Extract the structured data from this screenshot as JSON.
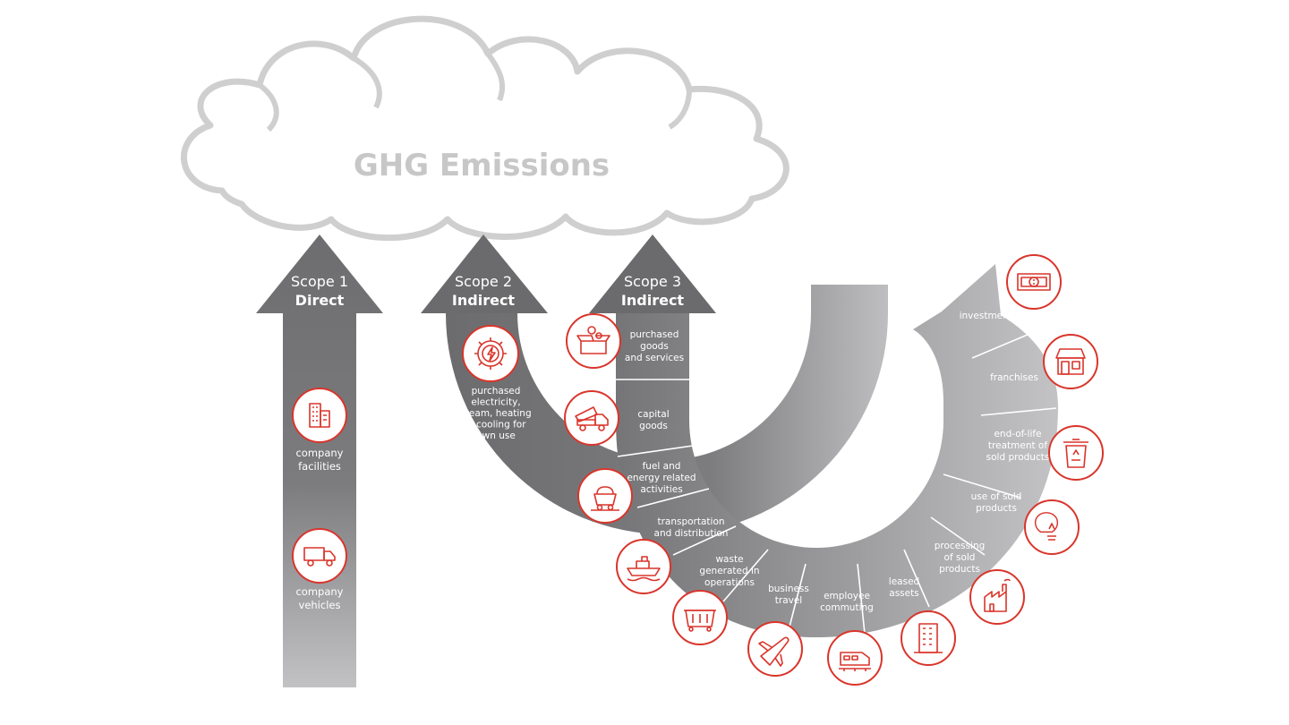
{
  "title": "GHG Emissions",
  "colors": {
    "cloud": "#cfcfcf",
    "cloud_text": "#c9c9c9",
    "accent": "#d9352b",
    "arrow_dark": "#6e6e70",
    "arrow_light": "#b9b9bb",
    "white": "#ffffff"
  },
  "scopes": [
    {
      "name": "Scope 1",
      "type": "Direct"
    },
    {
      "name": "Scope 2",
      "type": "Indirect"
    },
    {
      "name": "Scope 3",
      "type": "Indirect"
    }
  ],
  "scope1": {
    "items": [
      {
        "lines": [
          "company",
          "facilities"
        ],
        "icon": "building-icon"
      },
      {
        "lines": [
          "company",
          "vehicles"
        ],
        "icon": "truck-icon"
      }
    ]
  },
  "scope2": {
    "item": {
      "lines": [
        "purchased",
        "electricity,",
        "steam, heating",
        "& cooling for",
        "own use"
      ],
      "icon": "gear-lightning-icon"
    }
  },
  "scope3": {
    "upstream": [
      {
        "lines": [
          "purchased",
          "goods",
          "and services"
        ],
        "icon": "box-gears-icon"
      },
      {
        "lines": [
          "capital",
          "goods"
        ],
        "icon": "dump-truck-icon"
      },
      {
        "lines": [
          "fuel and",
          "energy related",
          "activities"
        ],
        "icon": "coal-cart-icon"
      },
      {
        "lines": [
          "transportation",
          "and distribution"
        ],
        "icon": "ship-icon"
      },
      {
        "lines": [
          "waste",
          "generated in",
          "operations"
        ],
        "icon": "dumpster-icon"
      },
      {
        "lines": [
          "business",
          "travel"
        ],
        "icon": "airplane-icon"
      },
      {
        "lines": [
          "employee",
          "commuting"
        ],
        "icon": "train-icon"
      }
    ],
    "downstream": [
      {
        "lines": [
          "leased",
          "assets"
        ],
        "icon": "office-building-icon"
      },
      {
        "lines": [
          "processing",
          "of sold",
          "products"
        ],
        "icon": "factory-icon"
      },
      {
        "lines": [
          "use of sold",
          "products"
        ],
        "icon": "lightbulb-icon"
      },
      {
        "lines": [
          "end-of-life",
          "treatment of",
          "sold products"
        ],
        "icon": "recycle-bin-icon"
      },
      {
        "lines": [
          "franchises"
        ],
        "icon": "storefront-icon"
      },
      {
        "lines": [
          "investments"
        ],
        "icon": "money-icon"
      }
    ]
  }
}
